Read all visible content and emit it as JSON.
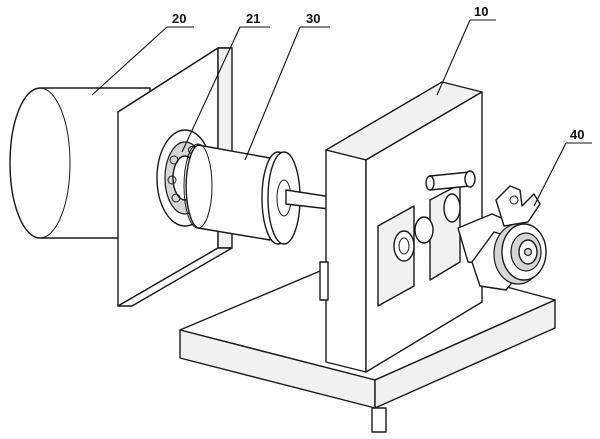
{
  "labels": {
    "base_frame": "10",
    "motor": "20",
    "bearing": "21",
    "spool": "30",
    "clamp_assembly": "40"
  }
}
